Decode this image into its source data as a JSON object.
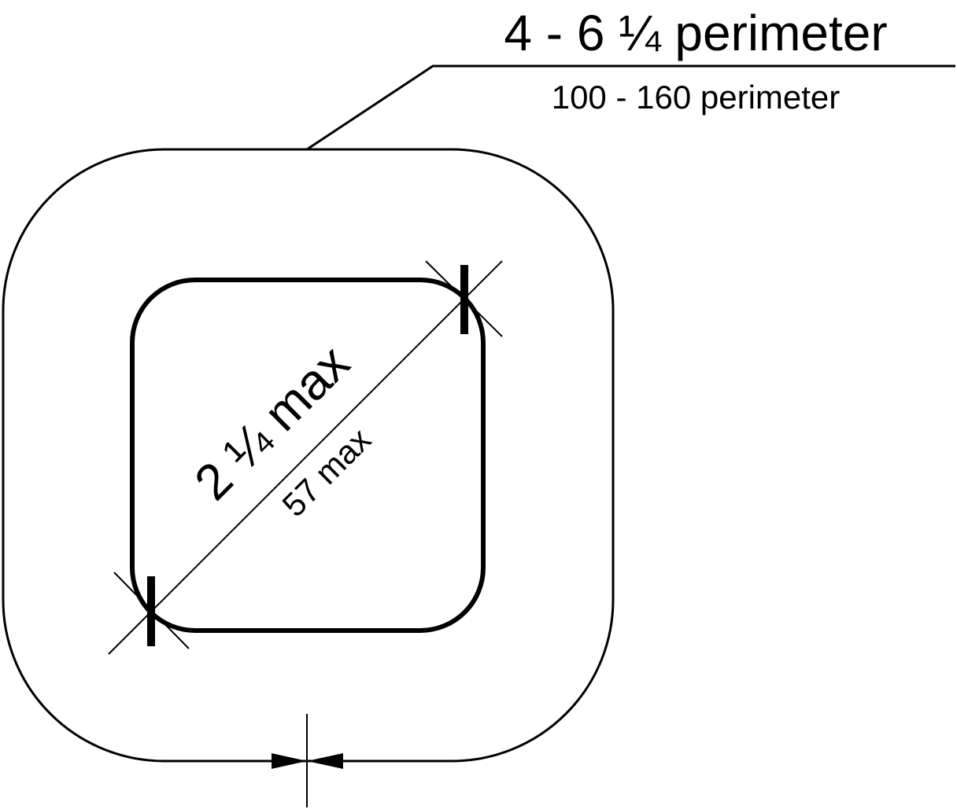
{
  "diagram": {
    "callout": {
      "primary": "4 - 6 ¼ perimeter",
      "secondary": "100 - 160 perimeter"
    },
    "diagonal": {
      "primary": "2 ¼ max",
      "secondary": "57 max"
    },
    "colors": {
      "line": "#000000",
      "background": "#ffffff"
    }
  }
}
